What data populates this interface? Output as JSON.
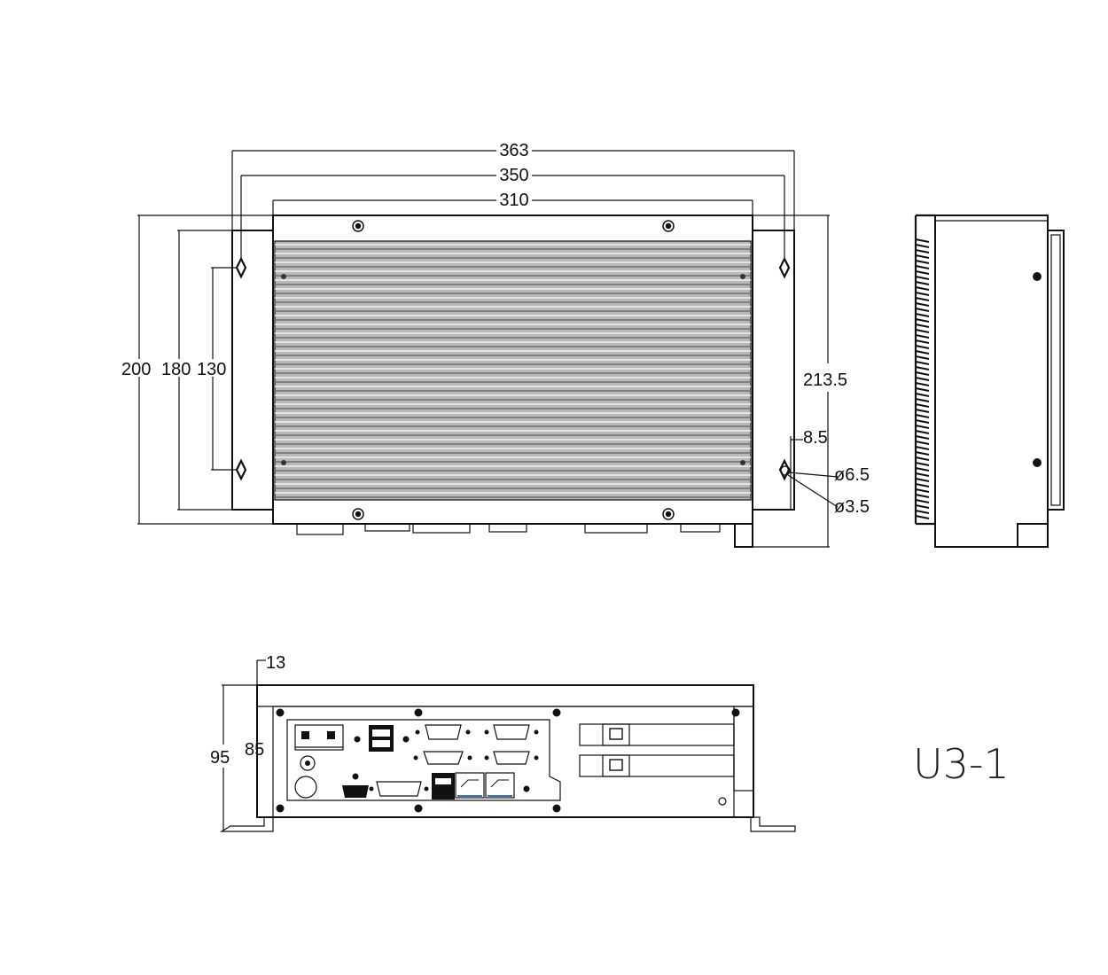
{
  "drawing": {
    "model_label": "U3-1",
    "top_view": {
      "width_dims": [
        "363",
        "350",
        "310"
      ],
      "height_dims": [
        "200",
        "180",
        "130"
      ],
      "side_dims": [
        "213.5",
        "8.5"
      ],
      "hole_dims": [
        "ø6.5",
        "ø3.5"
      ]
    },
    "front_view": {
      "depth_dim": "13",
      "height_dims": [
        "95",
        "85"
      ]
    }
  }
}
